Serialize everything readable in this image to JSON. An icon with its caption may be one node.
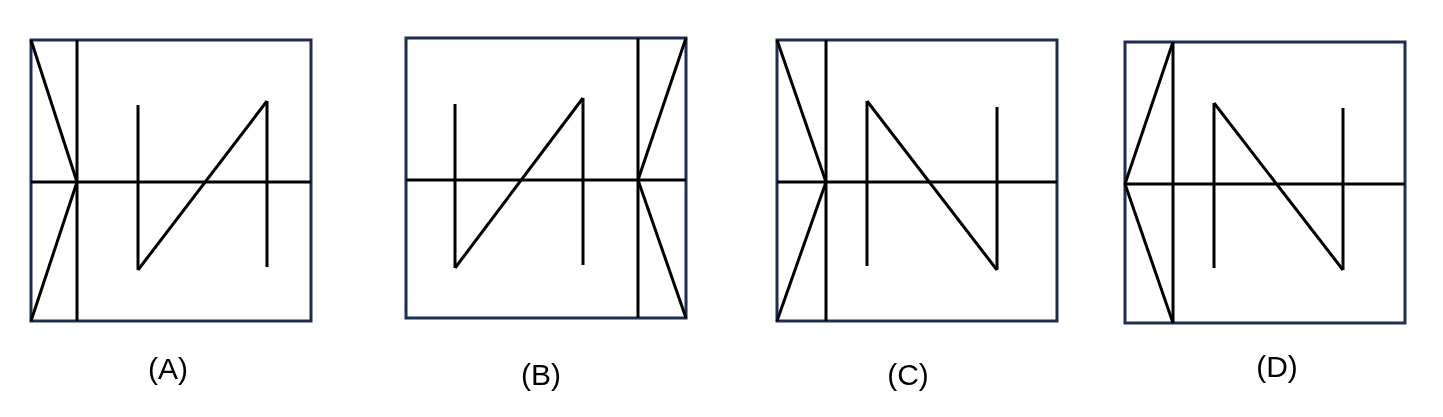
{
  "diagram": {
    "labels": [
      "(A)",
      "(B)",
      "(C)",
      "(D)"
    ]
  }
}
